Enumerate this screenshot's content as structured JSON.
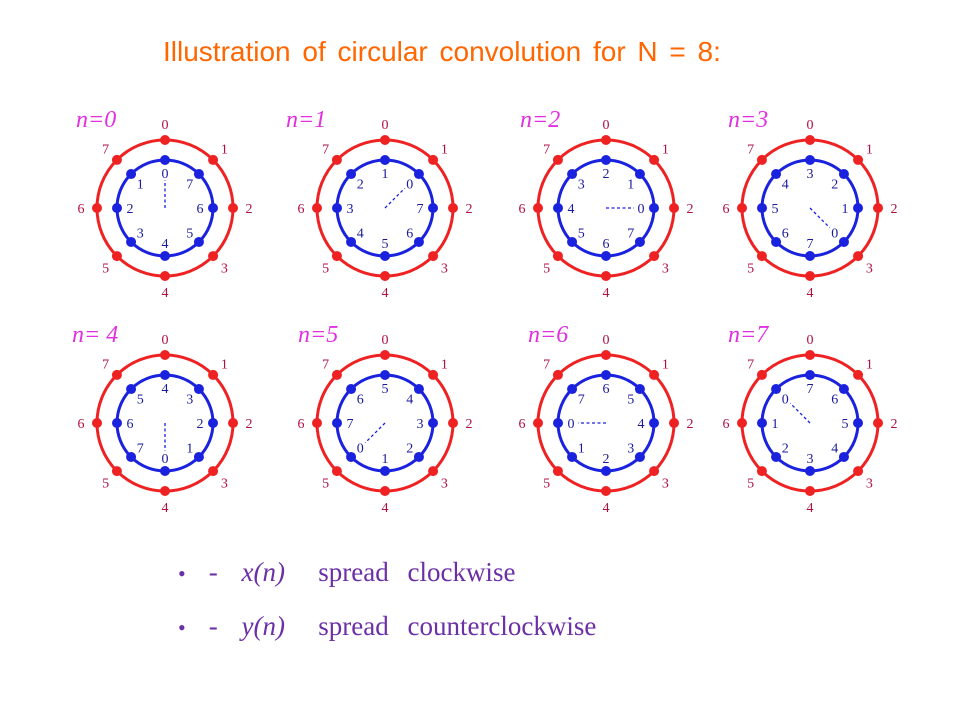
{
  "title": "Illustration of circular convolution for N = 8:",
  "diagram": {
    "colors": {
      "outer": "#ee2222",
      "inner": "#1a22dd",
      "outer_label": "#b01040",
      "inner_label": "#1a1a9a",
      "n_label": "#e030e0",
      "pointer": "#1a22dd"
    },
    "panels": [
      {
        "label": "n=0",
        "outer": [
          "0",
          "1",
          "2",
          "3",
          "4",
          "5",
          "6",
          "7"
        ],
        "inner": [
          "0",
          "7",
          "6",
          "5",
          "4",
          "3",
          "2",
          "1"
        ]
      },
      {
        "label": "n=1",
        "outer": [
          "0",
          "1",
          "2",
          "3",
          "4",
          "5",
          "6",
          "7"
        ],
        "inner": [
          "1",
          "0",
          "7",
          "6",
          "5",
          "4",
          "3",
          "2"
        ]
      },
      {
        "label": "n=2",
        "outer": [
          "0",
          "1",
          "2",
          "3",
          "4",
          "5",
          "6",
          "7"
        ],
        "inner": [
          "2",
          "1",
          "0",
          "7",
          "6",
          "5",
          "4",
          "3"
        ]
      },
      {
        "label": "n=3",
        "outer": [
          "0",
          "1",
          "2",
          "3",
          "4",
          "5",
          "6",
          "7"
        ],
        "inner": [
          "3",
          "2",
          "1",
          "0",
          "7",
          "6",
          "5",
          "4"
        ]
      },
      {
        "label": "n= 4",
        "outer": [
          "0",
          "1",
          "2",
          "3",
          "4",
          "5",
          "6",
          "7"
        ],
        "inner": [
          "4",
          "3",
          "2",
          "1",
          "0",
          "7",
          "6",
          "5"
        ]
      },
      {
        "label": "n=5",
        "outer": [
          "0",
          "1",
          "2",
          "3",
          "4",
          "5",
          "6",
          "7"
        ],
        "inner": [
          "5",
          "4",
          "3",
          "2",
          "1",
          "0",
          "7",
          "6"
        ]
      },
      {
        "label": "n=6",
        "outer": [
          "0",
          "1",
          "2",
          "3",
          "4",
          "5",
          "6",
          "7"
        ],
        "inner": [
          "6",
          "5",
          "4",
          "3",
          "2",
          "1",
          "0",
          "7"
        ]
      },
      {
        "label": "n=7",
        "outer": [
          "0",
          "1",
          "2",
          "3",
          "4",
          "5",
          "6",
          "7"
        ],
        "inner": [
          "7",
          "6",
          "5",
          "4",
          "3",
          "2",
          "1",
          "0"
        ]
      }
    ]
  },
  "legend": [
    {
      "bullet": "•",
      "dash": "-",
      "var": "x(n)",
      "word1": "spread",
      "word2": "clockwise"
    },
    {
      "bullet": "•",
      "dash": "-",
      "var": "y(n)",
      "word1": "spread",
      "word2": "counterclockwise"
    }
  ]
}
